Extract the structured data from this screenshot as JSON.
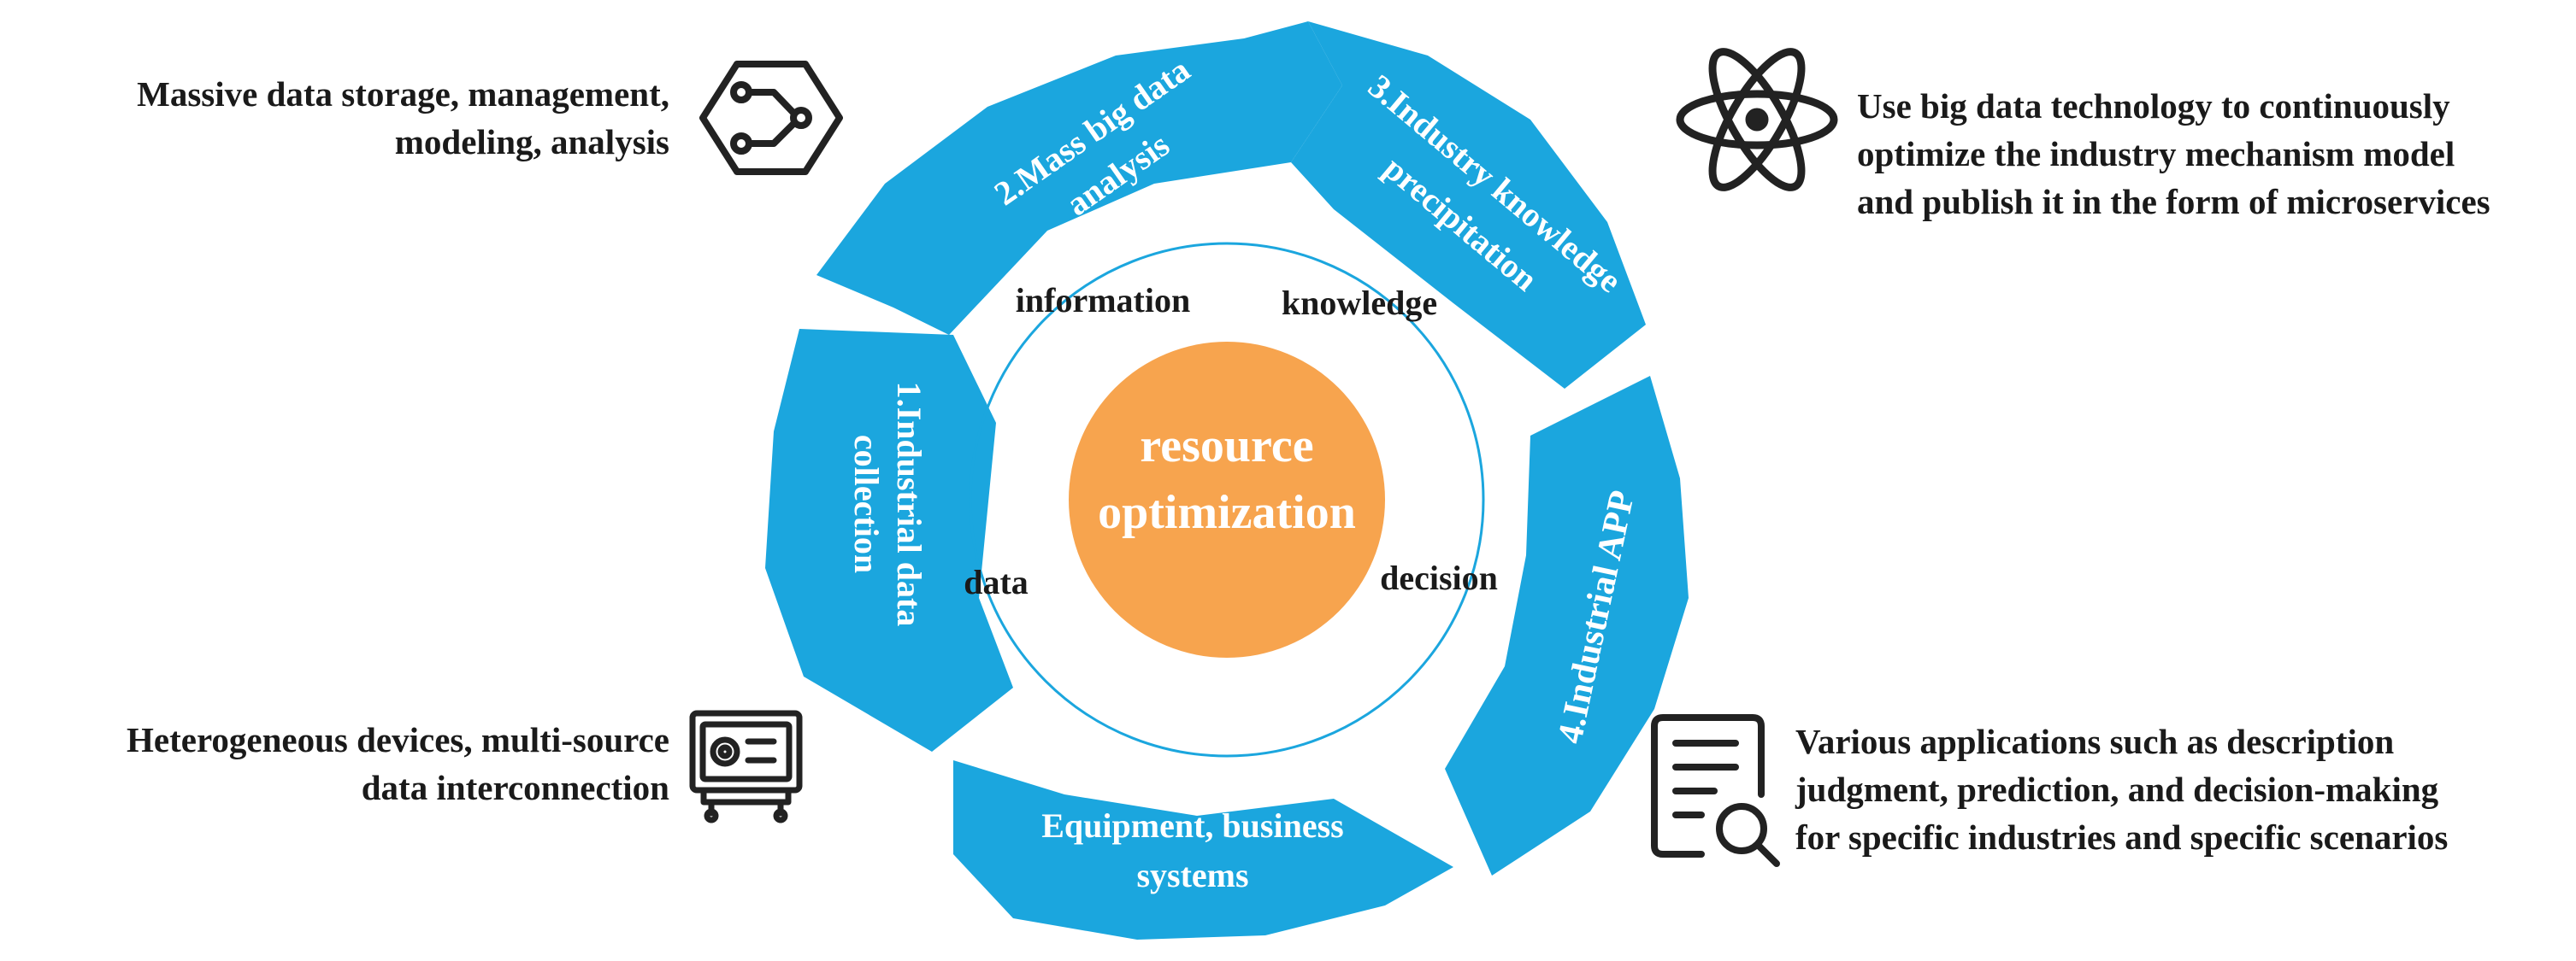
{
  "center": {
    "title_line1": "resource",
    "title_line2": "optimization"
  },
  "ring_labels": {
    "information": "information",
    "knowledge": "knowledge",
    "data": "data",
    "decision": "decision"
  },
  "segments": [
    {
      "line1": "1.Industrial data",
      "line2": "collection"
    },
    {
      "line1": "2.Mass big data",
      "line2": "analysis"
    },
    {
      "line1": "3.Industry knowledge",
      "line2": "precipitation"
    },
    {
      "line1": "4.Industrial APP",
      "line2": ""
    },
    {
      "line1": "Equipment, business",
      "line2": "systems"
    }
  ],
  "descriptions": {
    "top_left": [
      "Massive data storage, management,",
      "modeling, analysis"
    ],
    "bottom_left": [
      "Heterogeneous devices, multi-source",
      "data interconnection"
    ],
    "top_right": [
      "Use big data technology to continuously",
      "optimize the industry mechanism model",
      "and publish it in the form of microservices"
    ],
    "bottom_right": [
      "Various applications such as description",
      "judgment, prediction, and decision-making",
      "for specific industries and specific scenarios"
    ]
  },
  "icons": {
    "top_left": "circuit-hexagon-icon",
    "bottom_left": "device-monitor-icon",
    "top_right": "atom-icon",
    "bottom_right": "document-search-icon"
  },
  "colors": {
    "segment": "#1ba6de",
    "center": "#f7a44e",
    "text": "#1a1a1a",
    "white": "#ffffff"
  }
}
